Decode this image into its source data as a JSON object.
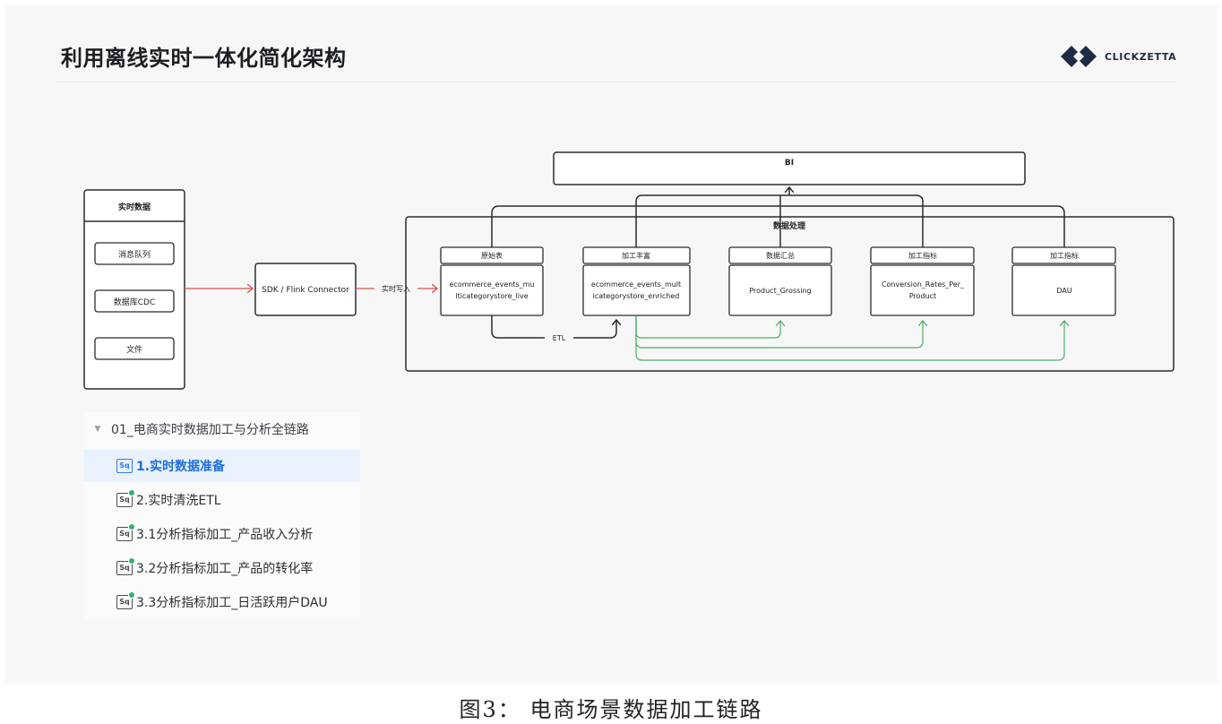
{
  "slide": {
    "title": "利用离线实时一体化简化架构",
    "logo_text": "CLICKZETTA"
  },
  "diagram": {
    "source_panel": {
      "title": "实时数据",
      "items": [
        "消息队列",
        "数据库CDC",
        "文件"
      ]
    },
    "connector": "SDK / Flink Connector",
    "write_label": "实时写入",
    "bi_label": "BI",
    "processing_label": "数据处理",
    "stages": [
      {
        "header": "原始表",
        "body": [
          "ecommerce_events_mu",
          "lticategorystore_live"
        ]
      },
      {
        "header": "加工丰富",
        "body": [
          "ecommerce_events_mult",
          "icategorystore_enriched"
        ]
      },
      {
        "header": "数据汇总",
        "body": [
          "Product_Grossing"
        ]
      },
      {
        "header": "加工指标",
        "body": [
          "Conversion_Rates_Per_",
          "Product"
        ]
      },
      {
        "header": "加工指标",
        "body": [
          "DAU"
        ]
      }
    ],
    "etl_label": "ETL"
  },
  "tree": {
    "folder": "01_电商实时数据加工与分析全链路",
    "items": [
      {
        "label": "1.实时数据准备",
        "active": true
      },
      {
        "label": "2.实时清洗ETL",
        "active": false
      },
      {
        "label": "3.1分析指标加工_产品收入分析",
        "active": false
      },
      {
        "label": "3.2分析指标加工_产品的转化率",
        "active": false
      },
      {
        "label": "3.3分析指标加工_日活跃用户DAU",
        "active": false
      }
    ],
    "icon_text": "Sq"
  },
  "caption": "图3： 电商场景数据加工链路",
  "colors": {
    "red_arrow": "#d9534f",
    "green_arrow": "#4caf6a",
    "dark_line": "#2b2b2b",
    "accent_blue": "#1f6fd6"
  }
}
